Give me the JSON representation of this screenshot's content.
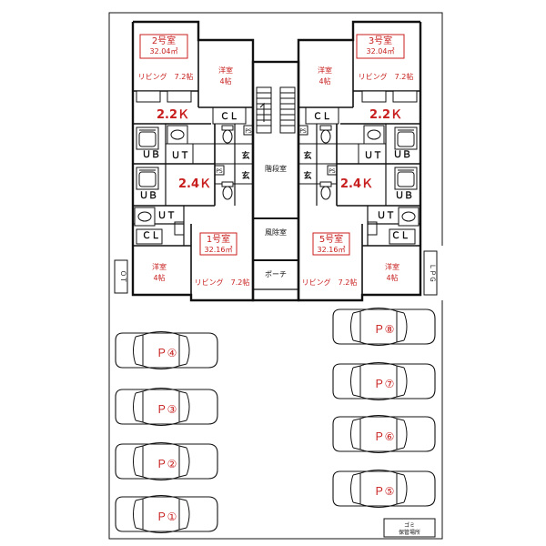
{
  "rooms": {
    "unit2": {
      "name": "2号室",
      "area": "32.04㎡",
      "living": "リビング　7.2帖",
      "bedroom_a": "洋室",
      "bedroom_b": "4帖",
      "kitchen": "2.2Ｋ"
    },
    "unit3": {
      "name": "3号室",
      "area": "32.04㎡",
      "living": "リビング　7.2帖",
      "bedroom_a": "洋室",
      "bedroom_b": "4帖",
      "kitchen": "2.2Ｋ"
    },
    "unit1": {
      "name": "1号室",
      "area": "32.16㎡",
      "living": "リビング　7.2帖",
      "bedroom_a": "洋室",
      "bedroom_b": "4帖",
      "kitchen": "2.4Ｋ"
    },
    "unit5": {
      "name": "5号室",
      "area": "32.16㎡",
      "living": "リビング　7.2帖",
      "bedroom_a": "洋室",
      "bedroom_b": "4帖",
      "kitchen": "2.4Ｋ"
    }
  },
  "labels": {
    "closet": "ＣＬ",
    "unit_bath": "ＵＢ",
    "utility": "ＵＴ",
    "entrance": "玄",
    "pipe_space": "PS",
    "stairwell": "階段室",
    "windbreak": "風除室",
    "porch": "ポーチ",
    "ot": "ＯＴ",
    "lpg": "ＬＰＧ",
    "garbage_1": "ゴミ",
    "garbage_2": "保管場所"
  },
  "parking": [
    "Ｐ①",
    "Ｐ②",
    "Ｐ③",
    "Ｐ④",
    "Ｐ⑤",
    "Ｐ⑥",
    "Ｐ⑦",
    "Ｐ⑧"
  ]
}
